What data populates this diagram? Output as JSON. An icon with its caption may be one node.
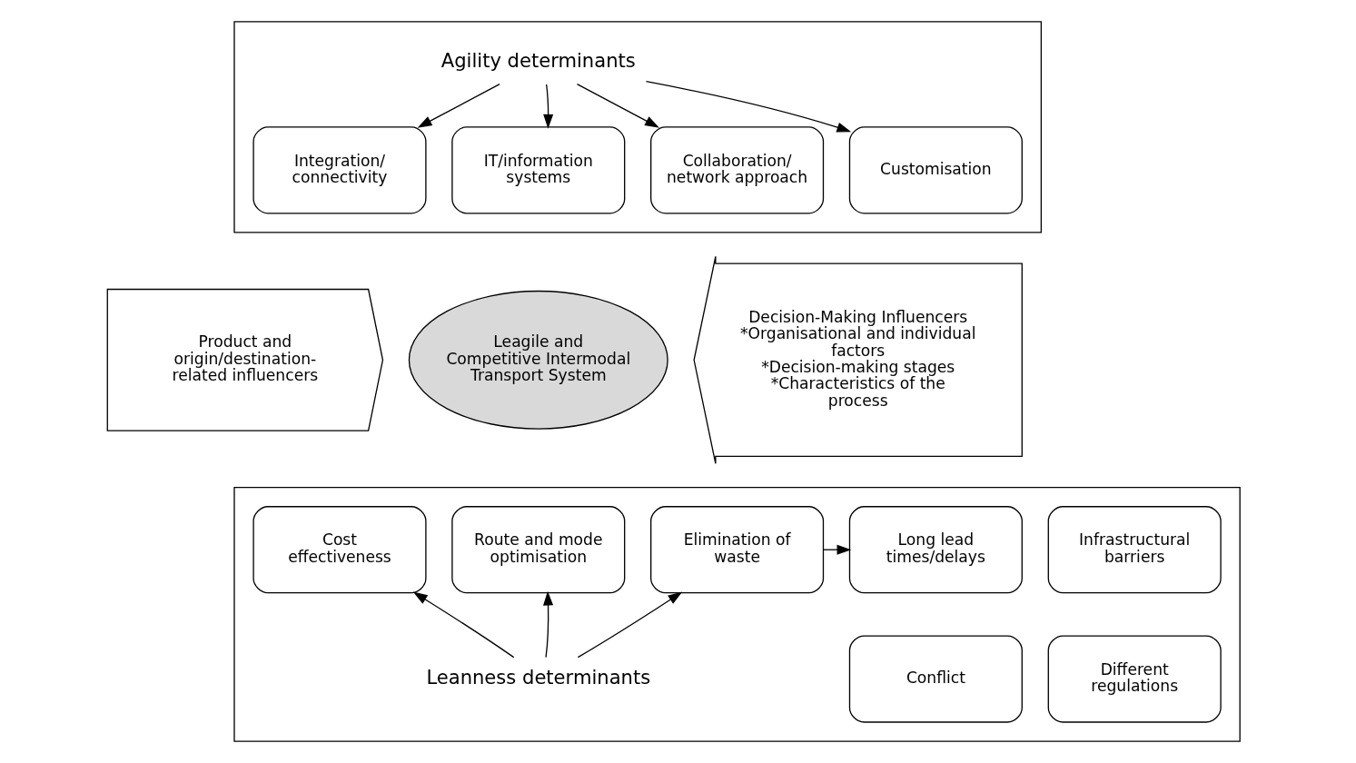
{
  "diagram": {
    "nodes": [
      {
        "text": [],
        "shape": "box"
      },
      {
        "text": [
          "Agility determinants"
        ],
        "in": 0
      },
      {
        "text": [
          "Integration/ connectivity"
        ],
        "in": 0
      },
      {
        "text": [
          "IT/information systems"
        ],
        "in": 0
      },
      {
        "text": [
          "Collaboration/ network approach"
        ],
        "in": 0
      },
      {
        "text": [
          "Customisation"
        ],
        "in": 0
      },
      {
        "text": [
          "Product and origin/destination-related influencers"
        ]
      },
      {
        "text": [
          "Leagile and Competitive Intermodal Transport System"
        ]
      },
      {
        "text": [
          "Decision-Making Influencers",
          "*Organisational and individual factors",
          "*Decision-making stages",
          "*Characteristics of the process"
        ]
      },
      {
        "text": [],
        "shape": "box"
      },
      {
        "text": [
          "Cost effectiveness"
        ],
        "in": 9
      },
      {
        "text": [
          "Route and mode optimisation"
        ],
        "in": 9
      },
      {
        "text": [
          "Elimination of waste"
        ],
        "in": 9
      },
      {
        "text": [
          "Long lead times/delays"
        ],
        "in": 9
      },
      {
        "text": [
          "Infrastructural barriers"
        ],
        "in": 9
      },
      {
        "text": [
          "Conflict"
        ],
        "in": 9
      },
      {
        "text": [
          "Different regulations"
        ],
        "in": 9
      },
      {
        "text": [
          "Leanness determinants"
        ],
        "in": 9
      }
    ],
    "edges": [
      {
        "from": 1,
        "to": 2,
        "arrow": "to"
      },
      {
        "from": 1,
        "to": 3,
        "arrow": "to"
      },
      {
        "from": 1,
        "to": 4,
        "arrow": "to"
      },
      {
        "from": 1,
        "to": 5,
        "arrow": "to"
      },
      {
        "from": 17,
        "to": 10,
        "arrow": "to"
      },
      {
        "from": 17,
        "to": 11,
        "arrow": "to"
      },
      {
        "from": 17,
        "to": 12,
        "arrow": "to"
      },
      {
        "from": 12,
        "to": 13,
        "arrow": "to"
      }
    ]
  }
}
